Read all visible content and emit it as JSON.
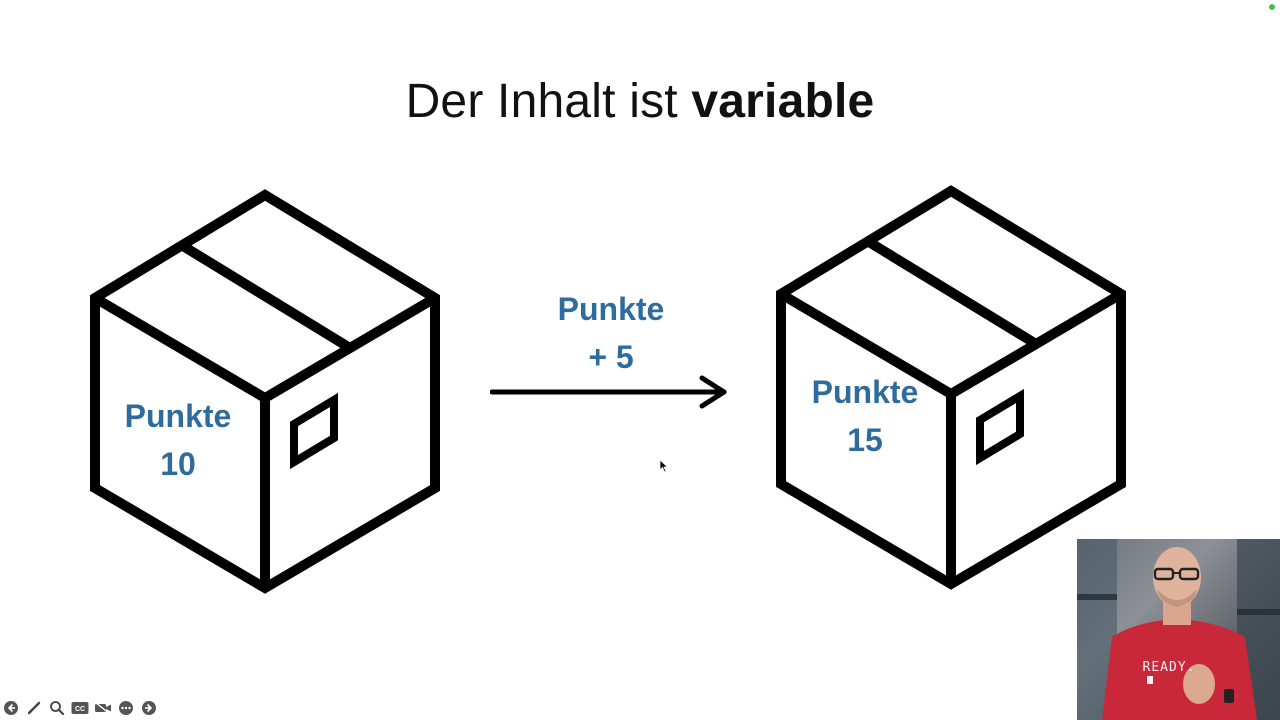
{
  "slide": {
    "title_regular": "Der Inhalt ist",
    "title_bold": "variable"
  },
  "left_box": {
    "line1": "Punkte",
    "line2": "10"
  },
  "operation": {
    "line1": "Punkte",
    "line2": "+ 5"
  },
  "right_box": {
    "line1": "Punkte",
    "line2": "15"
  },
  "webcam": {
    "shirt_text": "READY."
  },
  "toolbar": {
    "icons": [
      "arrow-left-icon",
      "pen-icon",
      "zoom-icon",
      "captions-icon",
      "camera-off-icon",
      "more-icon",
      "arrow-right-icon"
    ]
  },
  "colors": {
    "label_blue": "#2f6c9e",
    "stroke": "#000000",
    "shirt_red": "#c8283a",
    "status_green": "#3bc24a"
  }
}
